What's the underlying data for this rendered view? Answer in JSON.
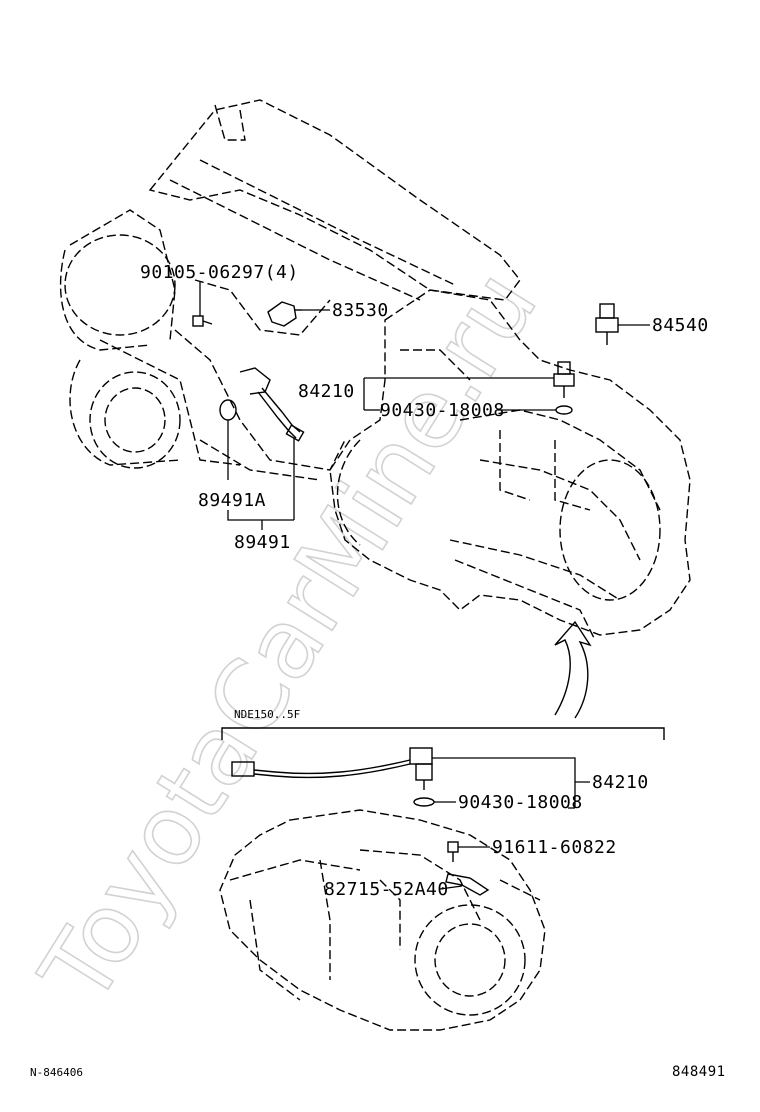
{
  "watermark": "ToyotaCarMine.ru",
  "variant_label": "NDE150..5F",
  "footer": {
    "left_code": "N-846406",
    "right_code": "848491"
  },
  "callouts": {
    "bolt_top": "90105-06297(4)",
    "switch_83530": "83530",
    "sensor_84540": "84540",
    "sensor_84210_top": "84210",
    "gasket_top": "90430-18008",
    "oring_89491A": "89491A",
    "sensor_89491": "89491",
    "sensor_84210_bottom": "84210",
    "gasket_bottom": "90430-18008",
    "bolt_bottom": "91611-60822",
    "bracket_82715": "82715-52A40"
  }
}
